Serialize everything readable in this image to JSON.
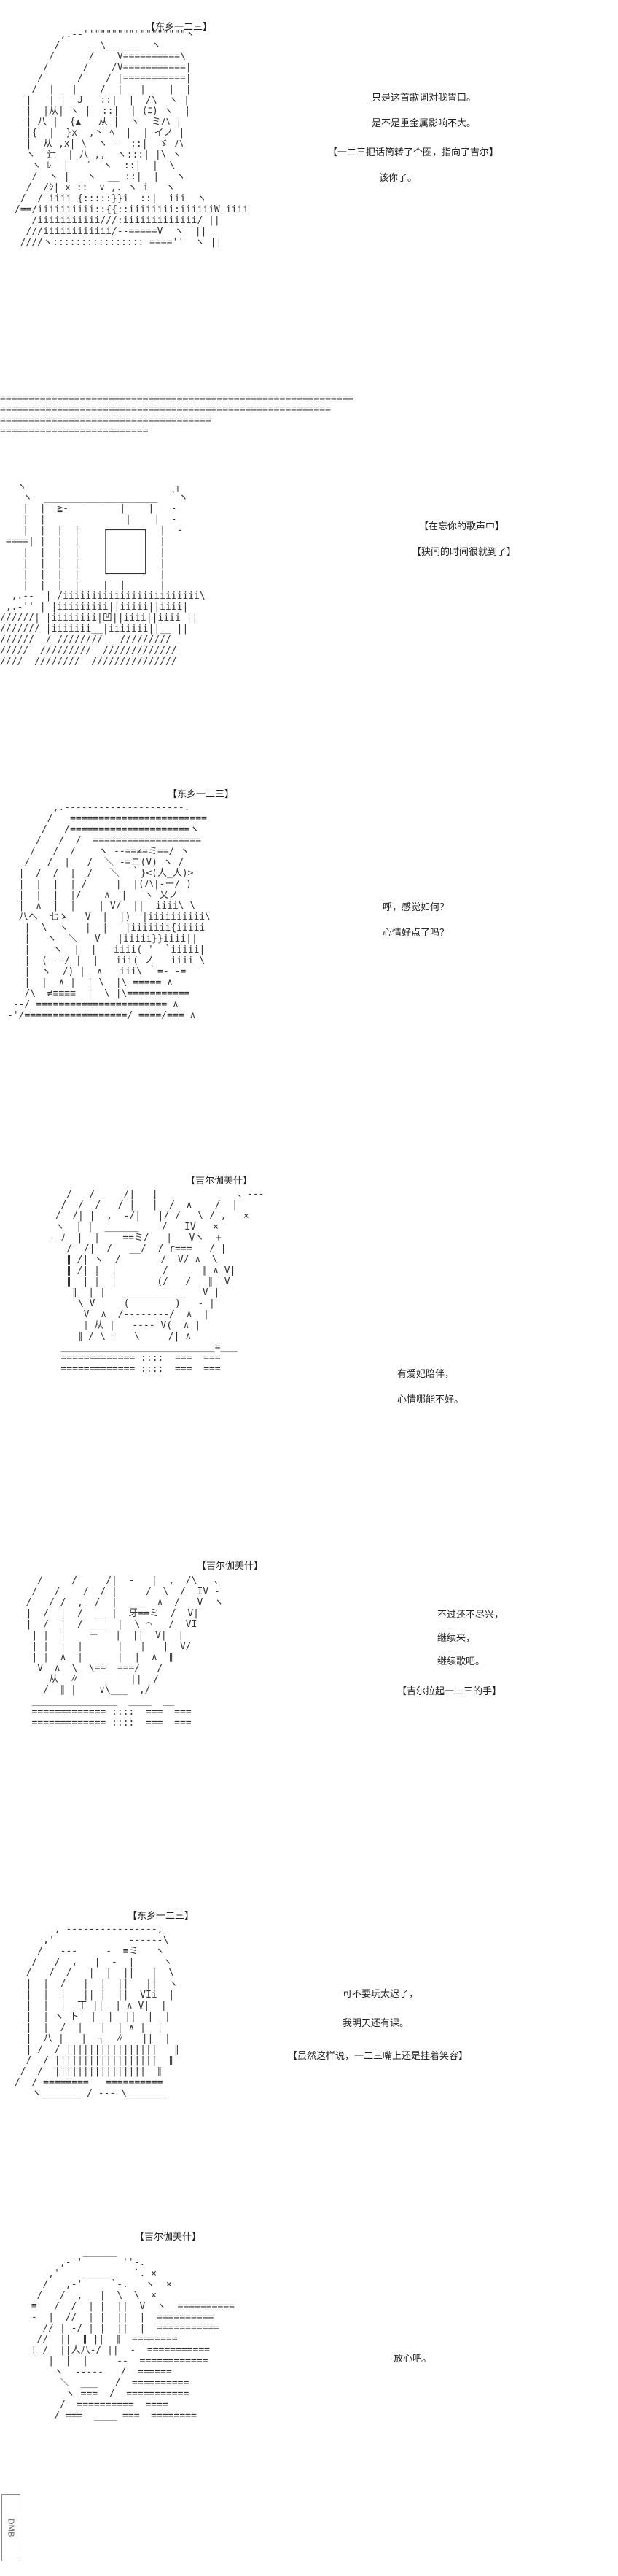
{
  "p1": {
    "speaker": "【东乡一二三】",
    "lines": [
      "只是这首歌词对我胃口。",
      "是不是重金属影响不大。",
      "【一二三把话筒转了个圈，指向了吉尔】",
      "该你了。"
    ]
  },
  "separator": {
    "rows": [
      "==============================================================",
      "==========================================================",
      "=====================================",
      "=========================="
    ]
  },
  "p2": {
    "lines": [
      "【在忘你的歌声中】",
      "【狭间的时间很就到了】"
    ]
  },
  "p3": {
    "speaker": "【东乡一二三】",
    "lines": [
      "呼，感觉如何？",
      "心情好点了吗？"
    ]
  },
  "p4": {
    "speaker": "【吉尔伽美什】",
    "lines": [
      "有爱妃陪伴，",
      "心情哪能不好。"
    ]
  },
  "p5": {
    "speaker": "【吉尔伽美什】",
    "lines": [
      "不过还不尽兴，",
      "继续来，",
      "继续歌吧。",
      "【吉尔拉起一二三的手】"
    ]
  },
  "p6": {
    "speaker": "【东乡一二三】",
    "lines": [
      "可不要玩太迟了，",
      "我明天还有课。",
      "【虽然这样说，一二三嘴上还是挂着笑容】"
    ]
  },
  "p7": {
    "speaker": "【吉尔伽美什】",
    "lines": [
      "放心吧。"
    ]
  },
  "watermark": "DMB",
  "art": {
    "a1": "        ,.-‐''\"\"\"\"\"\"\"\"\"\"\"\"\"\"\"\"ヽ\n       /       \\______  ヽ\n      /      /    V==========\\\n     /      /    /V===========|\n    /      /    / |===========|\n   /  |   |    /  |   |    |  |\n  |   | |  J   ::|  |  /\\  ヽ |\n  |  |从| ヽ |  ::|  | (ﾆ) ヽ  |\n  | 八 |  {▲   从 |  ヽ  ミハ |\n  |{  |  }x  ,丶 ﾍ  |  | イノ |\n  |  从 ,x| \\  ヽ ‐  ::|  ゞ ハ\n  ヽ  辷  | 八 ,,  ヽ:::| |\\ ヽ\n   ヽ ﾚ  |   ′  ヽ  ::|  |  \\\n   /  ヽ |   ヽ  __ ::|  |   ヽ\n  /  /ｼ| x ::  ∨ ,. ヽ i   ヽ\n /  / iiii {:::::}}i  ::|  iii  ヽ\n/==/iiiiiiiiii::{{::iiiiiiii:iiiiiiW iiii\n   /iiiiiiiiiii///:iiiiiiiiiiiii/ ||\n  ///iiiiiiiiiiii/-‐=====V  ヽ  ||\n ////ヽ:::::::::::::::: ====''  ヽ ||",
    "a2": "   ヽ                          ┐\n    ヽ  ____________________  ｀ヽ\n    |  |  ≧‐         |    |   ‐\n    |  |              |    |  ‐\n    |  |  |  |    ┌──────┐  |  ‐\n ====| |  |  |    │      │  |\n    |  |  |  |    │      │  |\n    |  |  |  |    │      │  |\n    |  |  |  |    └──────┘  |\n    |  |  |  |    |  |      |\n  ,.-‐  | /iiiiiiiiiiiiiiiiiiiiiiii\\\n ,.-'' | |iiiiiiiii||iiiii||iiii|\n//////| |iiiiiiii|凹||iiii||iiii ||\n/////// |iiiiiii__|iiiiiii||__ ||\n//////  / ////////   /////////\n/////  /////////  /////////////\n////  ////////  ///////////////",
    "a3": "        ,.-‐‐‐‐‐‐‐‐‐‐‐‐‐‐‐‐‐‐‐‐.\n       /   ========================\n      /   /=====================ヽ\n     /   /  /  ===================\n    /   /  /    ヽ ‐-==≠=ミ==/ ヽ\n   /   /  |   /  ＼ ‐=ニ(V) ヽ /\n  |  /  /  |  /   ＼  ｀}<(人_人)>\n  |  |  |  | /     |  |(ハ|‐ー/ )\n  |  |  |  |/    ∧  |   ヽ 乂ノ\n  |  ∧  |  |    | V/  ||  iiii\\ \\\n  八へ  七ゝ   V  |  |)  |iiiiiiiiii\\\n   |  \\  ヽ   |  |   |iiiiiii{iiiii\n   |   ヽ  ＼   V   |iiiii}}iiii||\n   |    ヽ  |  |   iiii( '  `iiiii|\n   |  (---/ |  |   iii( ノ   iiii \\\n   |  ヽ  /) |  ∧   iii\\ ｀=‐ ‐=\n   |  |  ∧ |  | \\  |\\ ===== ∧\n   /\\  ≠≡≡≡≡  |  \\ |\\===========\n -‐/ ======================= ∧\n-'/==================/ ====/=== ∧",
    "a4": "    /   /     /|   |              、‐‐‐\n   /  /  /   / |   |  /  ∧    /  |\n  /  /| |  ,  -/|   |/ /   \\ / ,   ×\n  ヽ  | |  ______    /   IV   ×\n ‐ ﾉ  |  |    ==ミ/   |   Vヽ  +\n    /  /|  /   __/  / r===   / |\n    ∥ /| ヽ  /       /  V/ ∧  \\\n    ∥ /| |  |        /      ∥ ∧ V|\n    ∥  | |  |       (/   /   ∥  V\n     ∥  | |   ___________   V |\n      \\ V     (        )   ‐ |\n       V  ∧  /‐‐‐‐‐‐‐‐/  ∧  |\n       ∥ 从 |   ‐‐‐‐ V(  ∧ |\n      ∥ / \\ |   \\     /| ∧\n   ___________________________=___\n   ============= ::::  ===  ===\n   ============= ::::  ===  ===",
    "a5": "    /     /     /|  ‐   |  ,  /\\   、\n   /   /    /  / |     /  \\  /  IV ‐\n  /   / /  ,  /  |  ___  ∧  /   V  ヽ\n  |  /  |  /  __ |  牙==ミ  /  V|\n  |  /  |  / ___  |  \\ ⌒   /  VI\n   | |  |    ー   |  ||  V|  |\n   | |  |  |      |   |   |  V/\n   | |  ∧  |      |  |  ∧  ∥\n    V  ∧  \\  \\==  ===/   /\n      从  ∥         ||  /\n     /  ∥ |    ∨\\___  ,/\n   _______________  ____  __\n   ============= ::::  ===  ===\n   ============= ::::  ===  ===",
    "a6": "       , -‐‐‐‐‐‐‐‐‐‐‐‐‐‐‐,\n     ,'             -‐‐‐‐‐\\\n    /   ‐‐‐     ‐  ≡ミ   ヽ\n   /   /  ,   |  ‐  |     ヽ\n  /   /  /   |  |  ||   |  \\\n  |  |  /   |  |  ||   ||  ヽ\n  |  |  |   || |  ||  VIi  |\n  |  |  |  丁 ||  | ∧ V|  |\n  |  | ヽ ト  |  |  ||  |  |\n  |  |  /  |   |  | ∧ |  |\n  |  八 |   |  ┐  ∥   ||  |\n  | /  / ||||||||||||||||   ∥\n  /  / ||||||||||||||||||  ∥\n /  /  ||||||||||||||||  ∥\n/  / ========   ==========\n   ヽ_______ / ‐‐‐ \\_______",
    "a7": "          ______\n      ,-''       ''-.\n    ,'    _____    `. ×\n   /   ,-'     `-.   ヽ  ×\n  /   /  ,   |  \\  \\  ×\n ≡   /  /  | |  ||  V  ヽ  ==========\n ‐  |  //  | |  ||  |  ==========\n   // | ‐/ | |  ||  |  ===========\n  //  ||  ∥ ||  ∥  ========\n [ /  ||人八‐/ ||  ‐  ===========\n    |  |  |     ‐‐  ============\n     ヽ  ‐‐‐‐‐   /  ======\n      ＼  ___   /  ==========\n       ヽ ===  /  ===========\n      /  ==========  ====\n     / ===  ____ ===  ========"
  }
}
